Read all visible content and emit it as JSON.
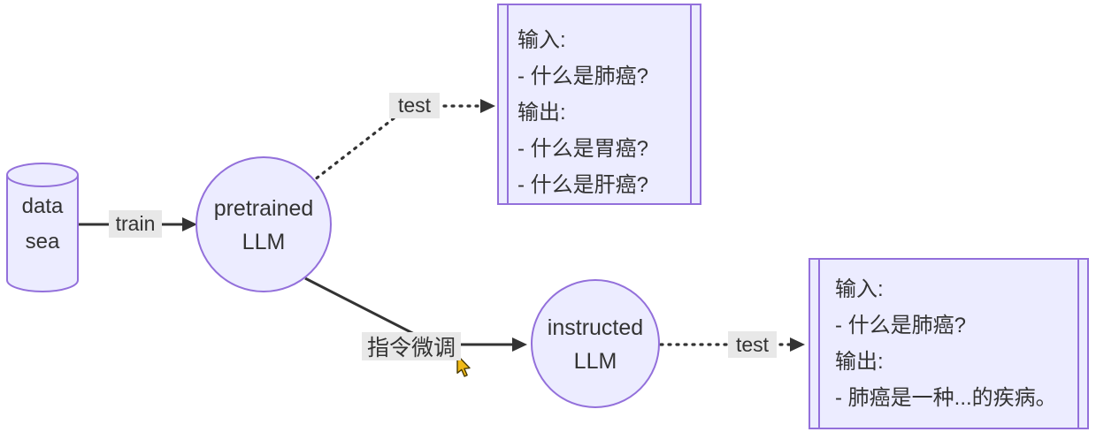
{
  "diagram": {
    "type": "flowchart",
    "background": "#ffffff",
    "palette": {
      "node_fill": "#ececff",
      "node_border": "#9370db",
      "edge_color": "#333333",
      "edge_label_bg": "#e8e8e8",
      "text_color": "#333333",
      "cursor_fill": "#f0b915"
    },
    "nodes": {
      "data_sea": {
        "shape": "cylinder",
        "lines": [
          "data",
          "sea"
        ]
      },
      "pretrained_llm": {
        "shape": "circle",
        "lines": [
          "pretrained",
          "LLM"
        ]
      },
      "instructed_llm": {
        "shape": "circle",
        "lines": [
          "instructed",
          "LLM"
        ]
      },
      "pretrained_test_result": {
        "shape": "subroutine",
        "lines": [
          "输入:",
          "- 什么是肺癌?",
          "输出:",
          "- 什么是胃癌?",
          "- 什么是肝癌?"
        ]
      },
      "instructed_test_result": {
        "shape": "subroutine",
        "lines": [
          "输入:",
          "- 什么是肺癌?",
          "输出:",
          "- 肺癌是一种...的疾病。"
        ]
      }
    },
    "edges": [
      {
        "from": "data_sea",
        "to": "pretrained_llm",
        "label": "train",
        "style": "solid"
      },
      {
        "from": "pretrained_llm",
        "to": "pretrained_test_result",
        "label": "test",
        "style": "dotted"
      },
      {
        "from": "pretrained_llm",
        "to": "instructed_llm",
        "label": "指令微调",
        "style": "solid"
      },
      {
        "from": "instructed_llm",
        "to": "instructed_test_result",
        "label": "test",
        "style": "dotted"
      }
    ]
  }
}
